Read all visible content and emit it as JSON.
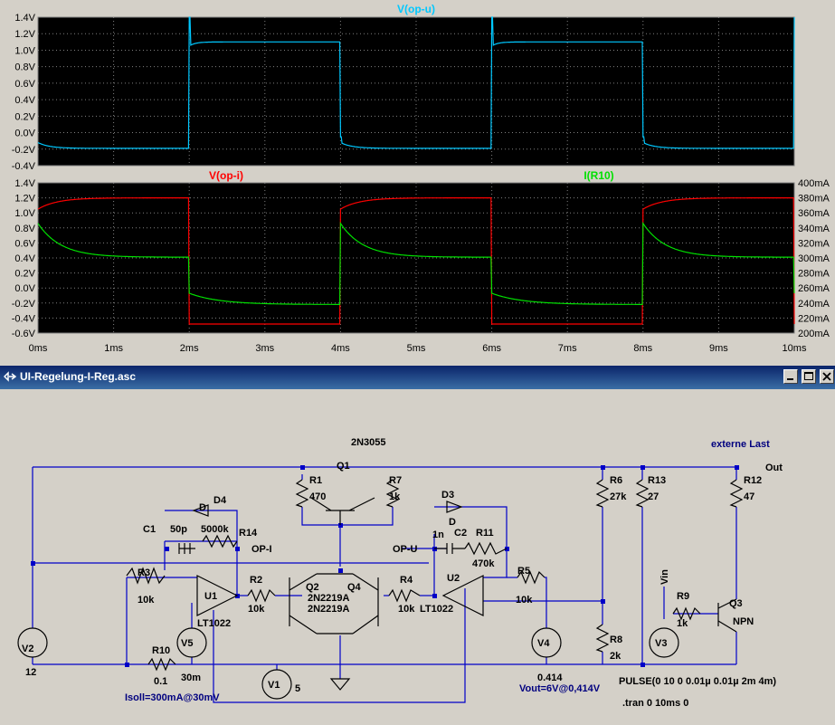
{
  "waveform_plot": {
    "x_ticks": [
      "0ms",
      "1ms",
      "2ms",
      "3ms",
      "4ms",
      "5ms",
      "6ms",
      "7ms",
      "8ms",
      "9ms",
      "10ms"
    ],
    "pane_top": {
      "trace_label": "V(op-u)",
      "trace_color": "#00c8ff",
      "y_ticks": [
        "1.4V",
        "1.2V",
        "1.0V",
        "0.8V",
        "0.6V",
        "0.4V",
        "0.2V",
        "0.0V",
        "-0.2V",
        "-0.4V"
      ]
    },
    "pane_bottom": {
      "trace1_label": "V(op-i)",
      "trace1_color": "#ff0000",
      "trace2_label": "I(R10)",
      "trace2_color": "#00e000",
      "y_ticks_left": [
        "1.4V",
        "1.2V",
        "1.0V",
        "0.8V",
        "0.6V",
        "0.4V",
        "0.2V",
        "0.0V",
        "-0.2V",
        "-0.4V",
        "-0.6V"
      ],
      "y_ticks_right": [
        "400mA",
        "380mA",
        "360mA",
        "340mA",
        "320mA",
        "300mA",
        "280mA",
        "260mA",
        "240mA",
        "220mA",
        "200mA"
      ]
    }
  },
  "schematic_window": {
    "title": "UI-Regelung-I-Reg.asc",
    "labels": {
      "externe_last": "externe Last",
      "out": "Out",
      "q1": "Q1",
      "q1_model": "2N3055",
      "r1": "R1",
      "r1_val": "470",
      "r7": "R7",
      "r7_val": "1k",
      "d3": "D3",
      "d3_type": "D",
      "r6": "R6",
      "r6_val": "27k",
      "r13": "R13",
      "r13_val": "27",
      "r12": "R12",
      "r12_val": "47",
      "d4_type": "D",
      "d4": "D4",
      "c1": "C1",
      "c1_val": "50p",
      "r14_val": "5000k",
      "r14": "R14",
      "op_i": "OP-I",
      "op_u": "OP-U",
      "c2_val": "1n",
      "c2": "C2",
      "r11": "R11",
      "r11_val": "470k",
      "r3": "R3",
      "r3_val": "10k",
      "u1": "U1",
      "u1_model": "LT1022",
      "r2": "R2",
      "r2_val": "10k",
      "q2": "Q2",
      "q2_model": "2N2219A",
      "q4": "Q4",
      "q4_model": "2N2219A",
      "r4": "R4",
      "r4_val": "10k",
      "u2": "U2",
      "u2_model": "LT1022",
      "r5": "R5",
      "r5_val": "10k",
      "vin": "Vin",
      "r9": "R9",
      "r9_val": "1k",
      "q3": "Q3",
      "q3_model": "NPN",
      "v2": "V2",
      "v2_val": "12",
      "v5": "V5",
      "v5_val": "30m",
      "r10": "R10",
      "r10_val": "0.1",
      "v1": "V1",
      "v1_val": "5",
      "v4": "V4",
      "v4_val": "0.414",
      "r8": "R8",
      "r8_val": "2k",
      "v3": "V3",
      "isoll": "Isoll=300mA@30mV",
      "vout": "Vout=6V@0,414V",
      "pulse": "PULSE(0 10 0 0.01µ 0.01µ 2m 4m)",
      "tran": ".tran 0 10ms 0"
    }
  }
}
